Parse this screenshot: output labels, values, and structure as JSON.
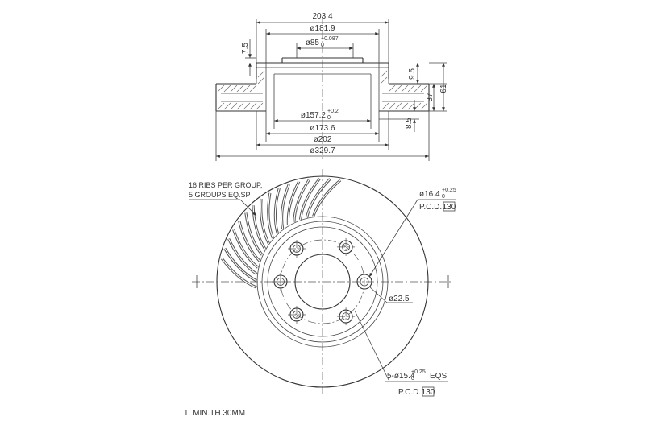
{
  "top_view": {
    "dims": {
      "overall_top": "203.4",
      "hat_outer": "ø181.9",
      "center_bore": "ø85",
      "center_bore_tol_upper": "+0.087",
      "center_bore_tol_lower": "0",
      "hat_height": "7.5",
      "offset_a": "9.5",
      "total_height": "61",
      "disc_thickness": "37",
      "mount_thickness": "8.5",
      "inner_157": "ø157.2",
      "inner_157_tol_upper": "+0.2",
      "inner_157_tol_lower": "0",
      "d173": "ø173.6",
      "d202": "ø202",
      "d329": "ø329.7"
    }
  },
  "front_view": {
    "ribs_note_line1": "16 RIBS PER GROUP,",
    "ribs_note_line2": "5 GROUPS EQ.SP",
    "hole_small": "ø16.4",
    "hole_small_tol_upper": "+0.25",
    "hole_small_tol_lower": "0",
    "pcd_label_1": "P.C.D.",
    "pcd_value_1": "130",
    "pilot": "ø22.5",
    "bolt_holes": "5-ø15.4",
    "bolt_holes_tol_upper": "+0.25",
    "bolt_holes_tol_lower": "0",
    "bolt_holes_suffix": "EQS",
    "pcd_label_2": "P.C.D.",
    "pcd_value_2": "130"
  },
  "footnote": "1. MIN.TH.30MM"
}
